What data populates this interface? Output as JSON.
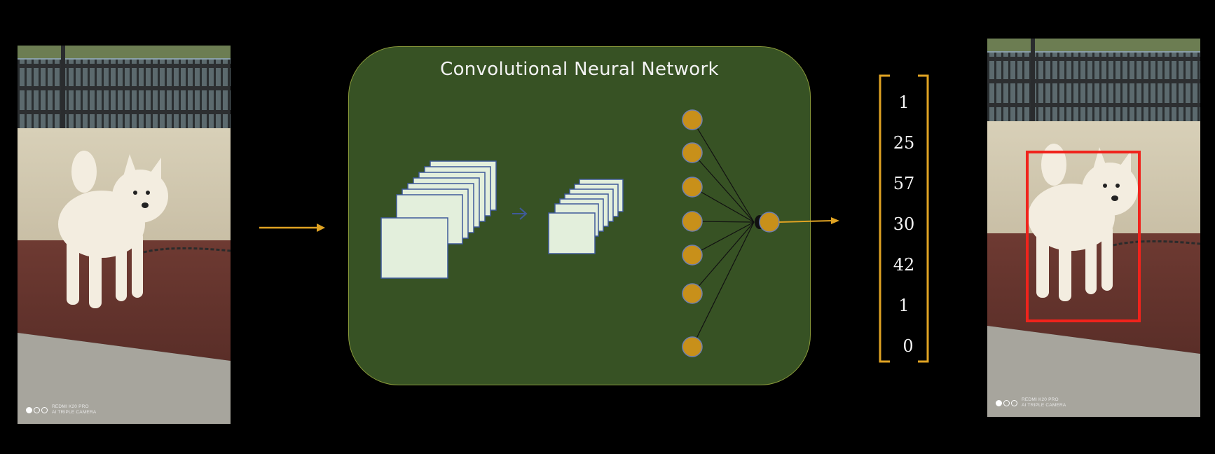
{
  "panel": {
    "title": "Convolutional Neural Network"
  },
  "output_vector": {
    "values": [
      "1",
      "25",
      "57",
      "30",
      "42",
      "1",
      "0"
    ]
  },
  "photo_watermark": {
    "line1": "REDMI K20 PRO",
    "line2": "AI TRIPLE CAMERA"
  },
  "colors": {
    "panel_bg": "#375224",
    "accent_orange": "#e0a323",
    "neuron": "#c8901a",
    "bbox": "#f0231c",
    "feature_map": "#e3efdc"
  },
  "icons": {
    "input_arrow": "arrow-right-icon",
    "conv_arrow": "arrow-right-icon",
    "output_arrow": "arrow-right-icon"
  }
}
